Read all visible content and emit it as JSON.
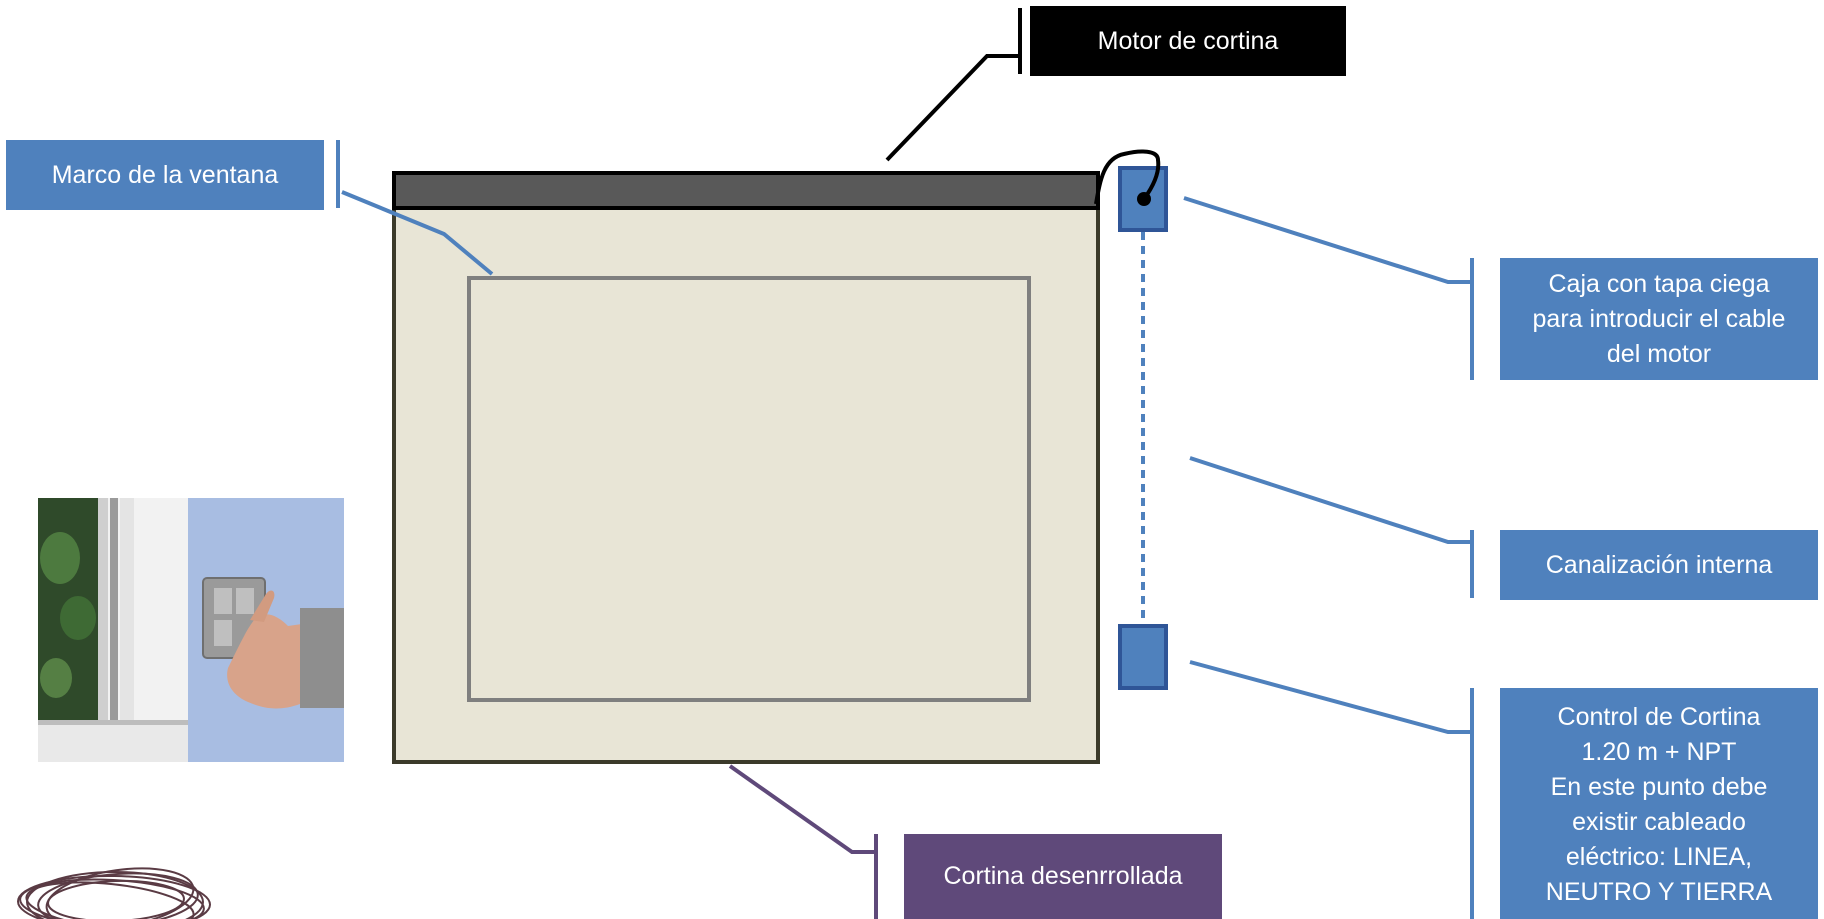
{
  "labels": {
    "motor": "Motor de cortina",
    "marco": "Marco de la ventana",
    "caja": [
      "Caja con tapa ciega",
      "para introducir el cable",
      "del motor"
    ],
    "canalizacion": "Canalización interna",
    "control": [
      "Control de Cortina",
      "1.20 m + NPT",
      "En este punto debe",
      "existir cableado",
      "eléctrico: LINEA,",
      "NEUTRO Y TIERRA"
    ],
    "cortina": "Cortina desenrrollada"
  },
  "colors": {
    "label_blue": "#4f81bd",
    "label_black": "#000000",
    "label_purple": "#5f497a",
    "frame_fill": "#e8e5d6",
    "frame_border": "#3b3a2a",
    "inner_border": "#7f7f7f",
    "motor_bar": "#595959",
    "box_fill": "#4f81bd",
    "box_border": "#2f5597",
    "leader_blue": "#4f81bd",
    "leader_purple": "#5f497a"
  }
}
